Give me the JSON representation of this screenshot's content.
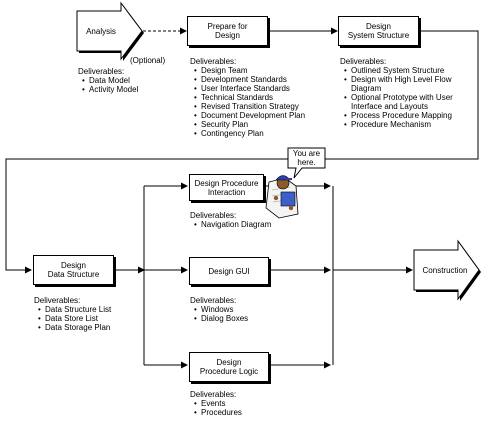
{
  "stages": {
    "analysis": {
      "title": "Analysis",
      "deliverables_header": "Deliverables:",
      "deliverables": [
        "Data Model",
        "Activity Model"
      ]
    },
    "optional_label": "(Optional)",
    "prepare": {
      "title_l1": "Prepare for",
      "title_l2": "Design",
      "deliverables_header": "Deliverables:",
      "deliverables": [
        "Design Team",
        "Development Standards",
        "User Interface Standards",
        "Technical Standards",
        "Revised Transition Strategy",
        "Document Development Plan",
        "Security Plan",
        "Contingency Plan"
      ]
    },
    "system_structure": {
      "title_l1": "Design",
      "title_l2": "System Structure",
      "deliverables_header": "Deliverables:",
      "deliverables": [
        "Outlined System Structure",
        "Design with High Level Flow Diagram",
        "Optional Prototype with User Interface and Layouts",
        "Process Procedure Mapping",
        "Procedure Mechanism"
      ]
    },
    "data_structure": {
      "title_l1": "Design",
      "title_l2": "Data Structure",
      "deliverables_header": "Deliverables:",
      "deliverables": [
        "Data Structure List",
        "Data Store List",
        "Data Storage Plan"
      ]
    },
    "procedure_interaction": {
      "title_l1": "Design Procedure",
      "title_l2": "Interaction",
      "deliverables_header": "Deliverables:",
      "deliverables": [
        "Navigation Diagram"
      ]
    },
    "gui": {
      "title": "Design GUI",
      "deliverables_header": "Deliverables:",
      "deliverables": [
        "Windows",
        "Dialog Boxes"
      ]
    },
    "procedure_logic": {
      "title_l1": "Design",
      "title_l2": "Procedure Logic",
      "deliverables_header": "Deliverables:",
      "deliverables": [
        "Events",
        "Procedures"
      ]
    },
    "construction": {
      "title": "Construction"
    }
  },
  "you_are_here": {
    "line1": "You are",
    "line2": "here."
  },
  "colors": {
    "line": "#000000",
    "background": "#ffffff",
    "figure_skin": "#8a5a2b",
    "figure_cap": "#2b3fae",
    "figure_shirt": "#3f5fc8"
  }
}
